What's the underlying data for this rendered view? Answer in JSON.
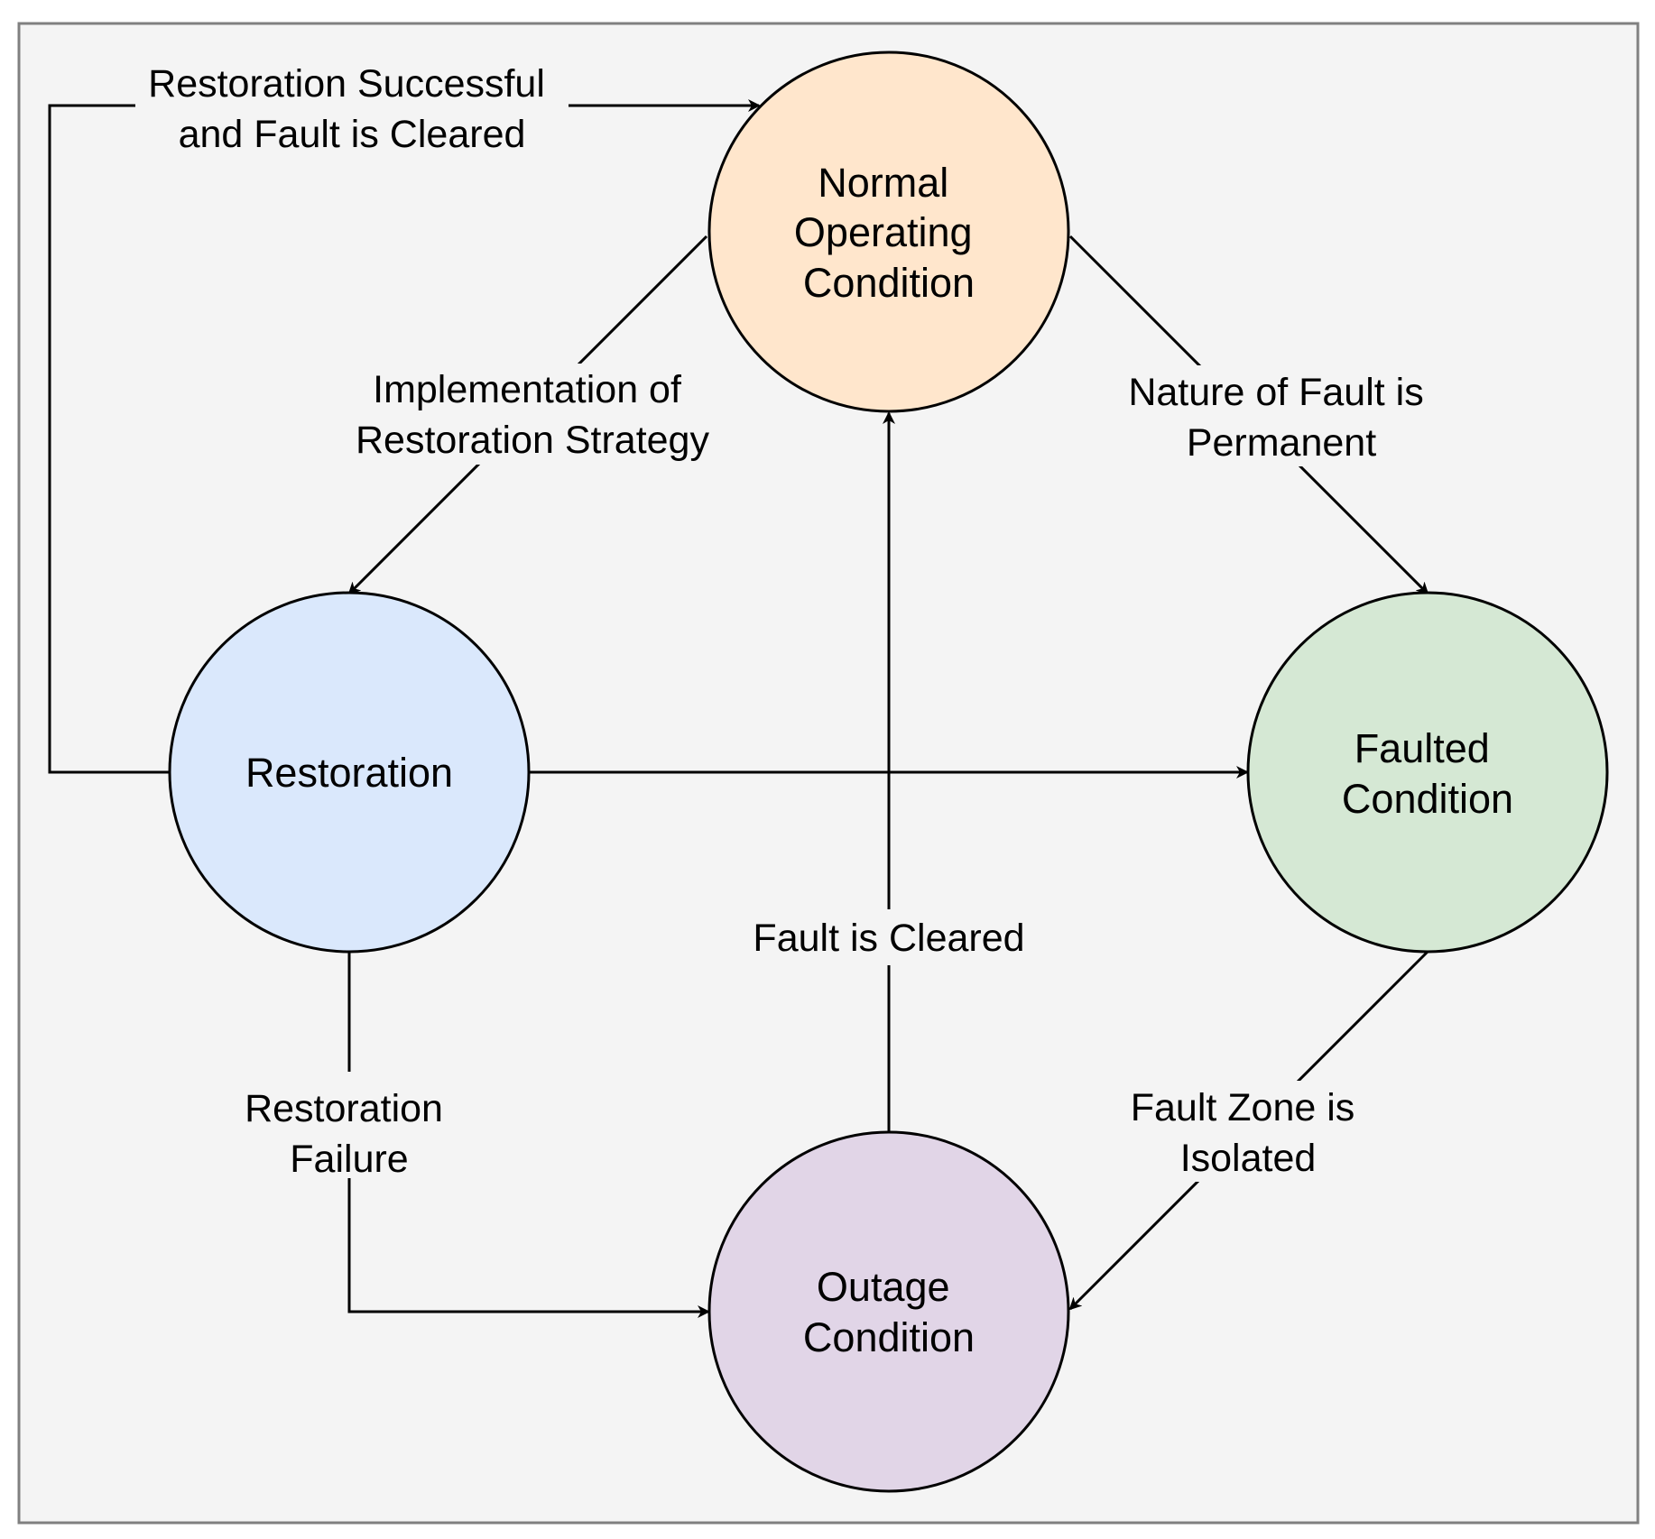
{
  "colors": {
    "canvas_background": "#f4f4f4",
    "frame_border": "#808080",
    "stroke": "#000000"
  },
  "nodes": {
    "normal": {
      "lines": [
        "Normal",
        "Operating",
        "Condition"
      ],
      "fill": "#ffe6cc"
    },
    "restoration": {
      "lines": [
        "Restoration"
      ],
      "fill": "#dae8fc"
    },
    "faulted": {
      "lines": [
        "Faulted",
        "Condition"
      ],
      "fill": "#d5e8d4"
    },
    "outage": {
      "lines": [
        "Outage",
        "Condition"
      ],
      "fill": "#e1d5e7"
    }
  },
  "edges": {
    "restoration_to_normal": {
      "from": "Restoration",
      "to": "Normal Operating Condition",
      "lines": [
        "Restoration Successful",
        "and Fault is Cleared"
      ]
    },
    "normal_to_restoration": {
      "from": "Normal Operating Condition",
      "to": "Restoration",
      "lines": [
        "Implementation of",
        "Restoration Strategy"
      ]
    },
    "normal_to_faulted": {
      "from": "Normal Operating Condition",
      "to": "Faulted Condition",
      "lines": [
        "Nature of Fault is",
        "Permanent"
      ]
    },
    "restoration_to_faulted": {
      "from": "Restoration",
      "to": "Faulted Condition",
      "lines": []
    },
    "outage_to_normal": {
      "from": "Outage Condition",
      "to": "Normal Operating Condition",
      "lines": [
        "Fault is Cleared"
      ]
    },
    "restoration_to_outage": {
      "from": "Restoration",
      "to": "Outage Condition",
      "lines": [
        "Restoration",
        "Failure"
      ]
    },
    "faulted_to_outage": {
      "from": "Faulted Condition",
      "to": "Outage Condition",
      "lines": [
        "Fault Zone is",
        "Isolated"
      ]
    }
  }
}
